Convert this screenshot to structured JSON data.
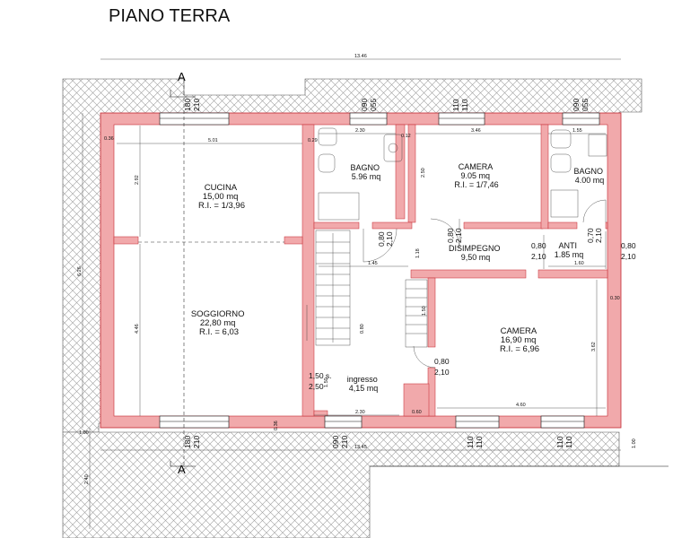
{
  "title": "PIANO TERRA",
  "section_marks": {
    "top": "A",
    "bottom": "A"
  },
  "rooms": [
    {
      "id": "cucina",
      "lines": [
        "CUCINA",
        "15,00 mq",
        "R.I. = 1/3,96"
      ]
    },
    {
      "id": "soggiorno",
      "lines": [
        "SOGGIORNO",
        "22,80 mq",
        "R.I. = 6,03"
      ]
    },
    {
      "id": "bagno1",
      "lines": [
        "BAGNO",
        "5.96 mq"
      ]
    },
    {
      "id": "camera1",
      "lines": [
        "CAMERA",
        "9.05 mq",
        "R.I. = 1/7,46"
      ]
    },
    {
      "id": "bagno2",
      "lines": [
        "BAGNO",
        "4.00 mq"
      ]
    },
    {
      "id": "disimpegno",
      "lines": [
        "DISIMPEGNO",
        "9,50 mq"
      ]
    },
    {
      "id": "anti",
      "lines": [
        "ANTI",
        "1.85 mq"
      ]
    },
    {
      "id": "camera2",
      "lines": [
        "CAMERA",
        "16,90 mq",
        "R.I. = 6,96"
      ]
    },
    {
      "id": "ingresso",
      "lines": [
        "ingresso",
        "4,15 mq"
      ]
    }
  ],
  "door_labels": [
    [
      "0,80",
      "2,10"
    ],
    [
      "0,80",
      "2,10"
    ],
    [
      "0,80",
      "2,10"
    ],
    [
      "0,70",
      "2,10"
    ],
    [
      "0,80",
      "2,10"
    ],
    [
      "0,80",
      "2,10"
    ],
    [
      "1,50 s.",
      "2,50"
    ]
  ],
  "window_labels": [
    [
      "180",
      "210"
    ],
    [
      "090",
      "055"
    ],
    [
      "110",
      "110"
    ],
    [
      "090",
      "055"
    ],
    [
      "180",
      "210"
    ],
    [
      "090",
      "210"
    ],
    [
      "110",
      "110"
    ],
    [
      "110",
      "110"
    ]
  ],
  "dimensions": {
    "overall_top": "13.46",
    "overall_bottom": "13.45",
    "left_total": "6.26",
    "left_bottom": "2.40",
    "small": [
      "0.36",
      "5.01",
      "0.29",
      "2.30",
      "0.12",
      "3.46",
      "1.55",
      "2.92",
      "4.46",
      "2.50",
      "1.45",
      "1.18",
      "1.60",
      "0.30",
      "3.62",
      "1.50",
      "0.80",
      "2.30",
      "0.60",
      "4.60",
      "0.36",
      "1.00",
      "1.00",
      "1.50"
    ]
  },
  "colors": {
    "wall": "#f1a9ab",
    "wall_stroke": "#c3262f",
    "hatch": "#9a9a9a",
    "line": "#111111"
  }
}
